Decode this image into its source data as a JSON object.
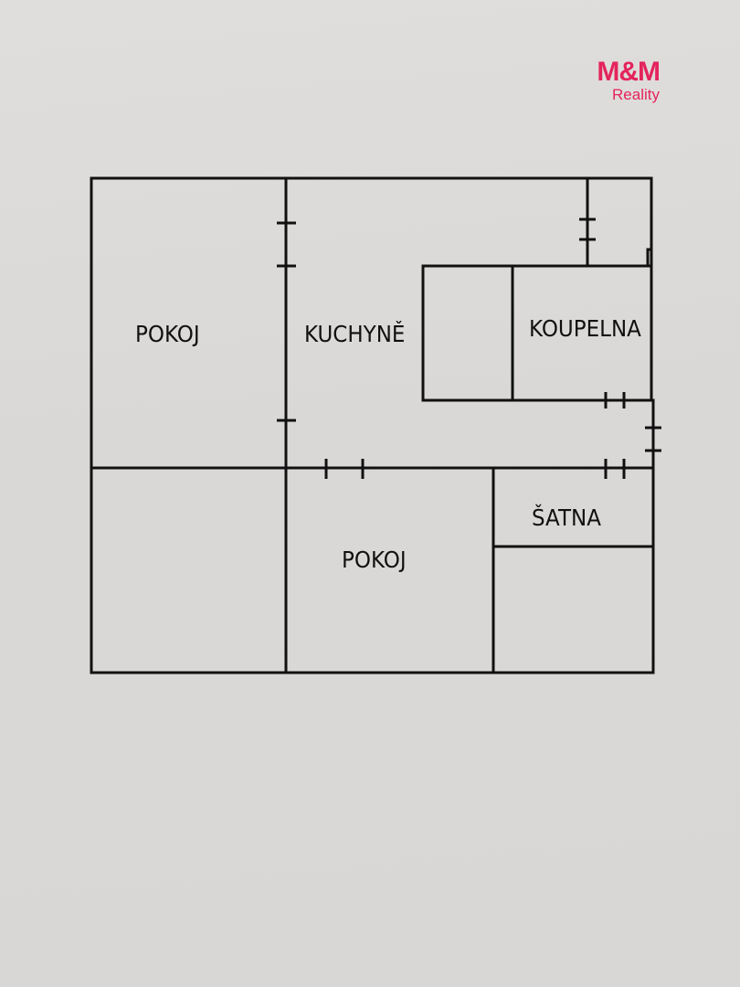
{
  "brand": {
    "name": "M&M",
    "subtitle": "Reality",
    "color": "#e4245c"
  },
  "floorplan": {
    "line_color": "#111111",
    "rooms": [
      {
        "id": "pokoj-1",
        "label": "POKOJ"
      },
      {
        "id": "kuchyne",
        "label": "KUCHYNĚ"
      },
      {
        "id": "koupelna",
        "label": "KOUPELNA"
      },
      {
        "id": "satna",
        "label": "ŠATNA"
      },
      {
        "id": "pokoj-2",
        "label": "POKOJ"
      }
    ]
  }
}
